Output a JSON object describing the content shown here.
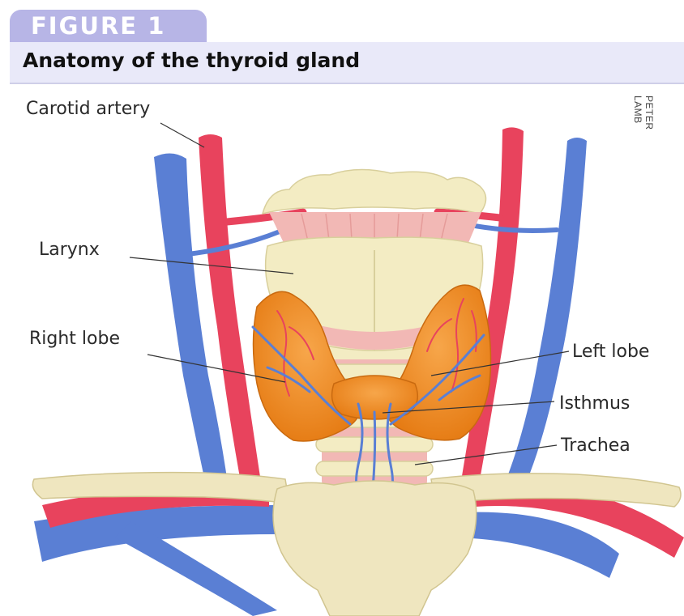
{
  "header": {
    "figure_tab": "FIGURE 1",
    "title": "Anatomy of the thyroid gland"
  },
  "credit": "PETER LAMB",
  "labels": {
    "carotid_artery": "Carotid artery",
    "larynx": "Larynx",
    "right_lobe": "Right lobe",
    "left_lobe": "Left lobe",
    "isthmus": "Isthmus",
    "trachea": "Trachea"
  },
  "colors": {
    "artery": "#e8435d",
    "vein": "#5a7fd4",
    "thyroid": "#f08a1e",
    "cartilage": "#f3ecc3",
    "bone": "#efe6bf",
    "accent_tab": "#b7b5e6",
    "title_band": "#e9e9f9"
  }
}
